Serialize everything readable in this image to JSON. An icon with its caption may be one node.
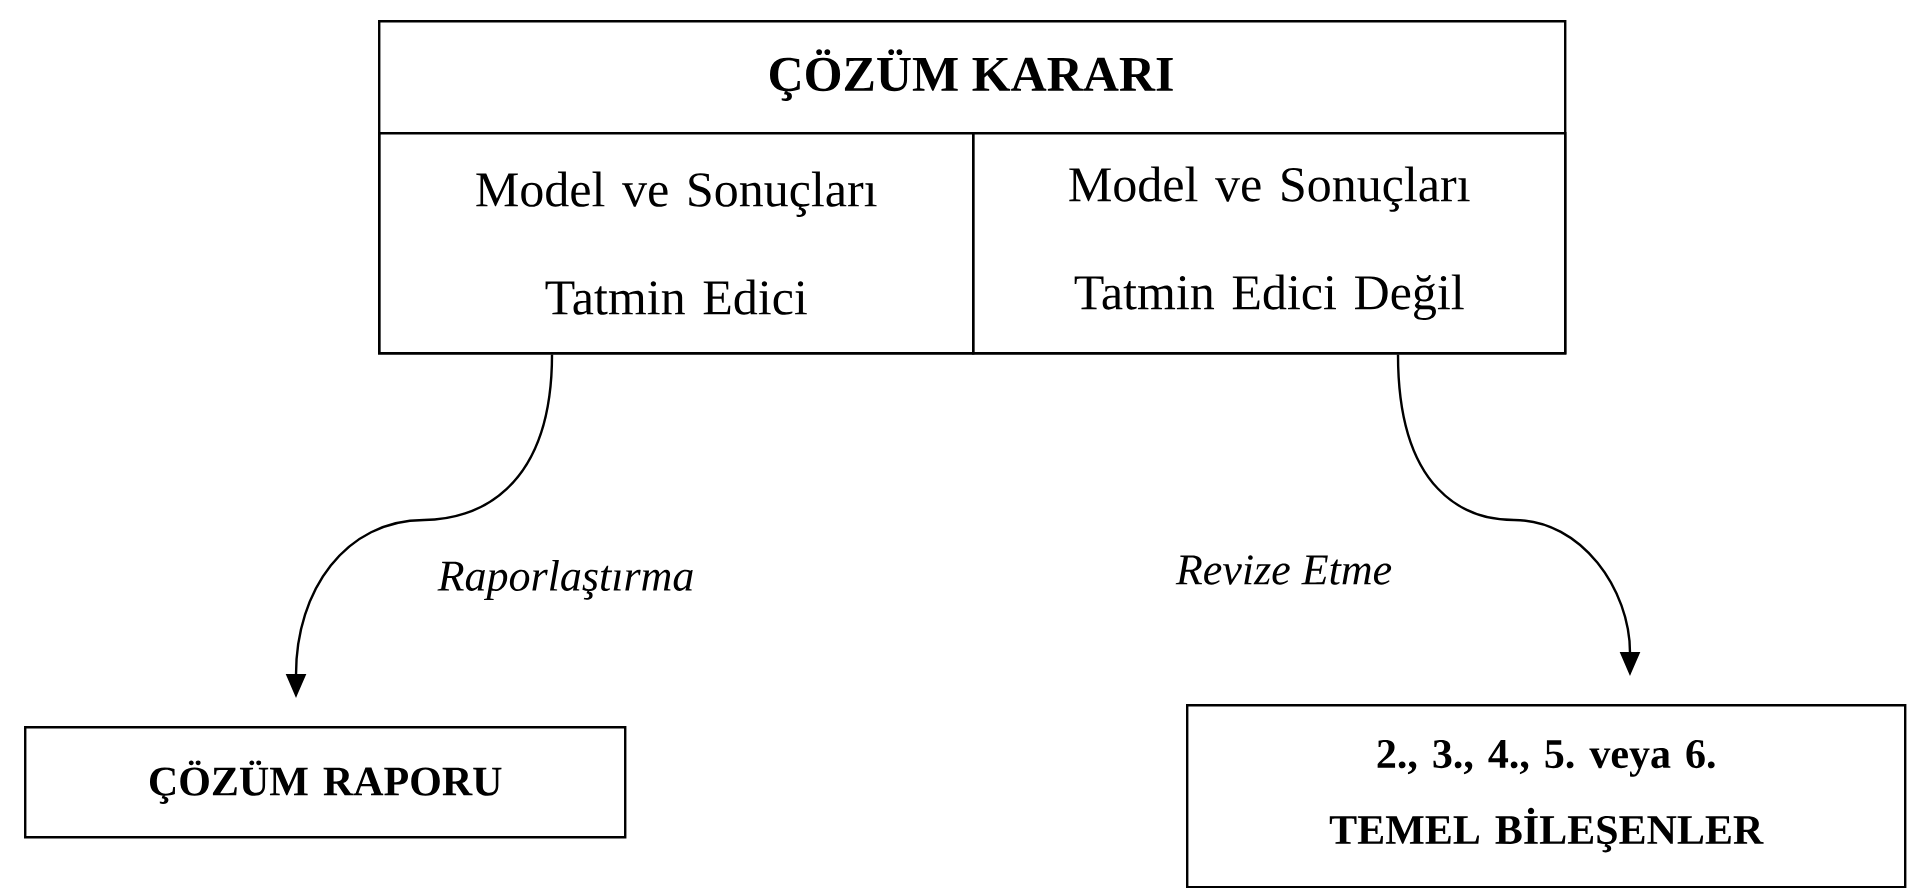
{
  "diagram": {
    "nodes": [
      {
        "text": [
          "ÇÖZÜM KARARI"
        ]
      },
      {
        "text": [
          "Model ve Sonuçları Tatmin Edici"
        ],
        "in": 0
      },
      {
        "text": [
          "Model ve Sonuçları Tatmin Edici Değil"
        ],
        "in": 0
      },
      {
        "text": [
          "ÇÖZÜM RAPORU"
        ]
      },
      {
        "text": [
          "2., 3., 4., 5. veya 6. TEMEL BİLEŞENLER"
        ]
      }
    ],
    "edges": [
      {
        "from": 1,
        "to": 3,
        "arrow": "to",
        "label": "Raporlaştırma"
      },
      {
        "from": 2,
        "to": 4,
        "arrow": "to",
        "label": "Revize Etme"
      }
    ]
  }
}
